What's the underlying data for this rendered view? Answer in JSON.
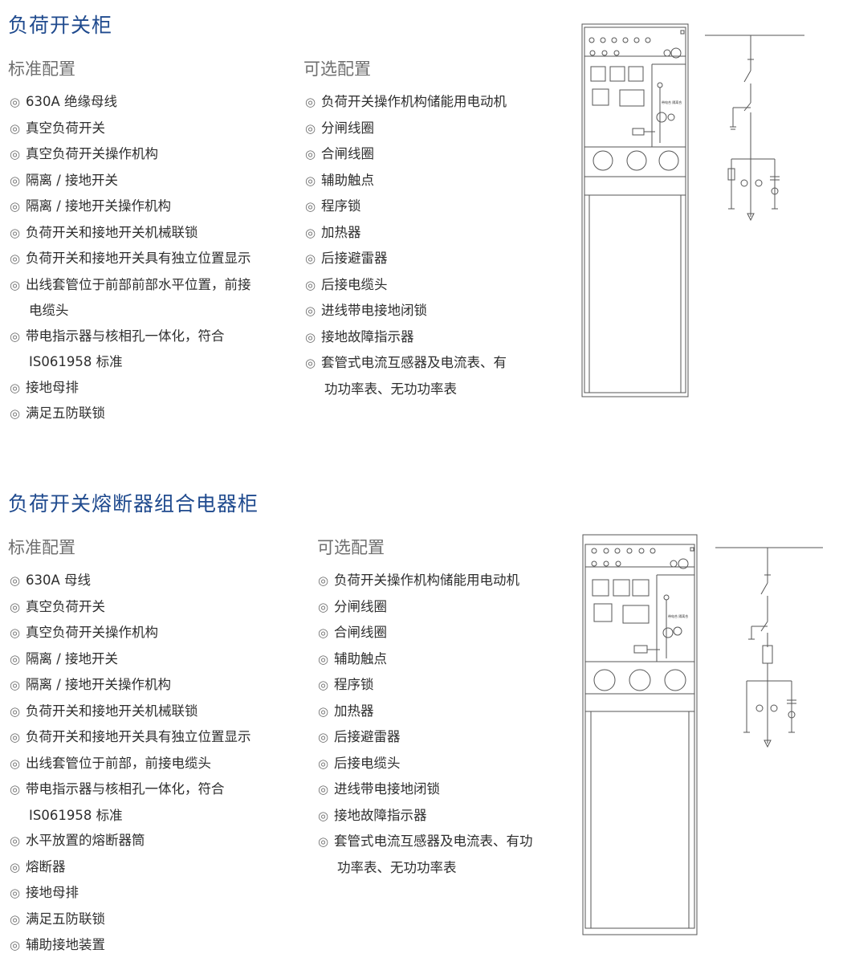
{
  "sections": [
    {
      "title": "负荷开关柜",
      "standard": {
        "heading": "标准配置",
        "items": [
          {
            "bullet": "◎",
            "text": "630A 绝缘母线"
          },
          {
            "bullet": "◎",
            "text": "真空负荷开关"
          },
          {
            "bullet": "◎",
            "text": "真空负荷开关操作机构"
          },
          {
            "bullet": "◎",
            "text": "隔离 / 接地开关"
          },
          {
            "bullet": "◎",
            "text": "隔离 / 接地开关操作机构"
          },
          {
            "bullet": "◎",
            "text": "负荷开关和接地开关机械联锁"
          },
          {
            "bullet": "◎",
            "text": "负荷开关和接地开关具有独立位置显示"
          },
          {
            "bullet": "◎",
            "text": "出线套管位于前部前部水平位置，前接"
          },
          {
            "bullet": "",
            "text": "电缆头"
          },
          {
            "bullet": "◎",
            "text": "带电指示器与核相孔一体化，符合"
          },
          {
            "bullet": "",
            "text": "IS061958 标准"
          },
          {
            "bullet": "◎",
            "text": "接地母排"
          },
          {
            "bullet": "◎",
            "text": "满足五防联锁"
          }
        ]
      },
      "optional": {
        "heading": "可选配置",
        "items": [
          {
            "bullet": "◎",
            "text": "负荷开关操作机构储能用电动机"
          },
          {
            "bullet": "◎",
            "text": "分闸线圈"
          },
          {
            "bullet": "◎",
            "text": "合闸线圈"
          },
          {
            "bullet": "◎",
            "text": "辅助触点"
          },
          {
            "bullet": "◎",
            "text": "程序锁"
          },
          {
            "bullet": "◎",
            "text": "加热器"
          },
          {
            "bullet": "◎",
            "text": "后接避雷器"
          },
          {
            "bullet": "◎",
            "text": "后接电缆头"
          },
          {
            "bullet": "◎",
            "text": "进线带电接地闭锁"
          },
          {
            "bullet": "◎",
            "text": "接地故障指示器"
          },
          {
            "bullet": "◎",
            "text": "套管式电流互感器及电流表、有"
          },
          {
            "bullet": "",
            "text": "功功率表、无功功率表"
          }
        ]
      },
      "panel_label": "带电合 隔离合"
    },
    {
      "title": "负荷开关熔断器组合电器柜",
      "standard": {
        "heading": "标准配置",
        "items": [
          {
            "bullet": "◎",
            "text": "630A 母线"
          },
          {
            "bullet": "◎",
            "text": "真空负荷开关"
          },
          {
            "bullet": "◎",
            "text": "真空负荷开关操作机构"
          },
          {
            "bullet": "◎",
            "text": "隔离 / 接地开关"
          },
          {
            "bullet": "◎",
            "text": "隔离 / 接地开关操作机构"
          },
          {
            "bullet": "◎",
            "text": "负荷开关和接地开关机械联锁"
          },
          {
            "bullet": "◎",
            "text": "负荷开关和接地开关具有独立位置显示"
          },
          {
            "bullet": "◎",
            "text": "出线套管位于前部，前接电缆头"
          },
          {
            "bullet": "◎",
            "text": "带电指示器与核相孔一体化，符合"
          },
          {
            "bullet": "",
            "text": "IS061958 标准"
          },
          {
            "bullet": "◎",
            "text": "水平放置的熔断器筒"
          },
          {
            "bullet": "◎",
            "text": "熔断器"
          },
          {
            "bullet": "◎",
            "text": "接地母排"
          },
          {
            "bullet": "◎",
            "text": "满足五防联锁"
          },
          {
            "bullet": "◎",
            "text": "辅助接地装置"
          }
        ]
      },
      "optional": {
        "heading": "可选配置",
        "items": [
          {
            "bullet": "◎",
            "text": "负荷开关操作机构储能用电动机"
          },
          {
            "bullet": "◎",
            "text": "分闸线圈"
          },
          {
            "bullet": "◎",
            "text": "合闸线圈"
          },
          {
            "bullet": "◎",
            "text": "辅助触点"
          },
          {
            "bullet": "◎",
            "text": "程序锁"
          },
          {
            "bullet": "◎",
            "text": "加热器"
          },
          {
            "bullet": "◎",
            "text": "后接避雷器"
          },
          {
            "bullet": "◎",
            "text": "后接电缆头"
          },
          {
            "bullet": "◎",
            "text": "进线带电接地闭锁"
          },
          {
            "bullet": "◎",
            "text": "接地故障指示器"
          },
          {
            "bullet": "◎",
            "text": "套管式电流互感器及电流表、有功"
          },
          {
            "bullet": "",
            "text": "功率表、无功功率表"
          }
        ]
      },
      "panel_label": "带电合 隔离合"
    }
  ],
  "colors": {
    "title": "#1f4a8e",
    "heading": "#6f6f6f",
    "text": "#2e2e2e",
    "line": "#555555"
  }
}
